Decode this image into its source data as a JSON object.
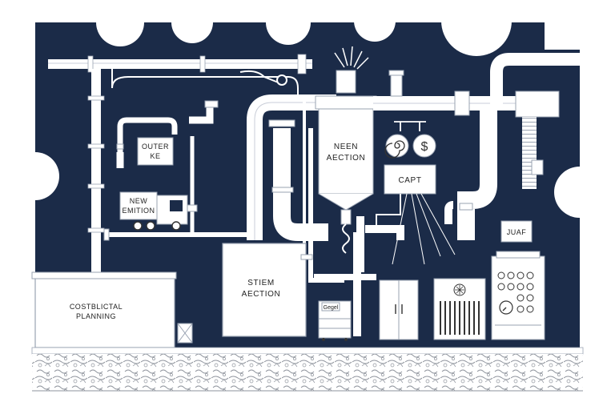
{
  "colors": {
    "background_navy": "#1b2b48",
    "pipe_white": "#ffffff",
    "outline_grey": "#9aa3b2",
    "ground_pattern": "#8e939c"
  },
  "labels": {
    "outer_ke": [
      "OUTER",
      "KE"
    ],
    "new_emition": [
      "NEW",
      "EMITION"
    ],
    "neen_action": [
      "NEEN",
      "AECTION"
    ],
    "capt": "CAPT",
    "juaf": "JUAF",
    "stiem_aection": [
      "STIEM",
      "AECTION"
    ],
    "costblictal_planning": [
      "COSTBLICTAL",
      "PLANNING"
    ],
    "cabinet_tag": "Gegel",
    "dollar_icon_label": "$"
  },
  "icons": [
    "spiral-valve-icon",
    "dollar-coin-icon",
    "fan-icon",
    "gauge-dial-icon",
    "crate-icon",
    "truck-icon",
    "exhaust-sparks-icon"
  ]
}
